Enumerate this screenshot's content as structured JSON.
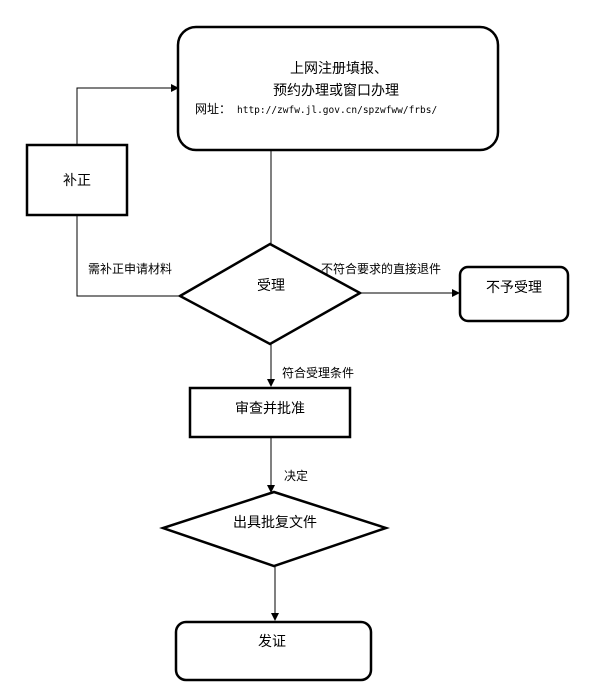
{
  "nodes": {
    "register": {
      "line1": "上网注册填报、",
      "line2": "预约办理或窗口办理",
      "url_label": "网址：",
      "url": "http://zwfw.jl.gov.cn/spzwfww/frbs/"
    },
    "supplement": {
      "label": "补正"
    },
    "accept": {
      "label": "受理"
    },
    "reject": {
      "label": "不予受理"
    },
    "review": {
      "label": "审查并批准"
    },
    "issue_docs": {
      "label": "出具批复文件"
    },
    "certificate": {
      "label": "发证"
    }
  },
  "edges": {
    "need_supplement": "需补正申请材料",
    "not_qualified": "不符合要求的直接退件",
    "qualified": "符合受理条件",
    "decision": "决定"
  }
}
